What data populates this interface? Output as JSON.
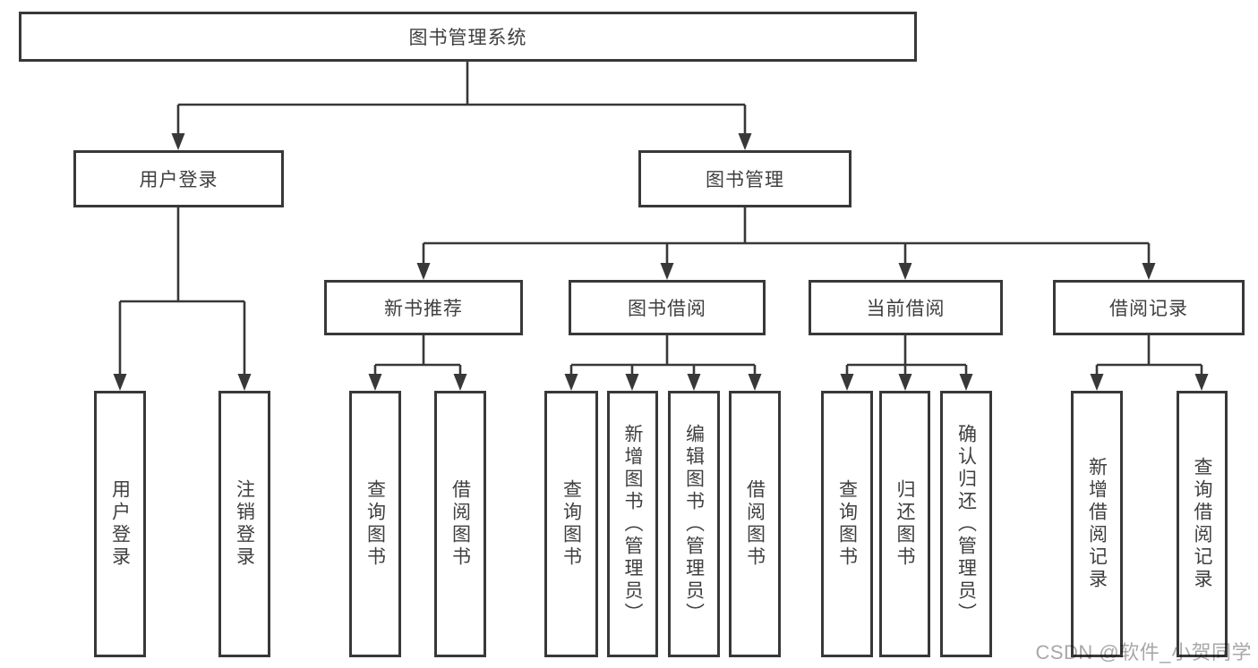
{
  "diagram": {
    "title": "图书管理系统",
    "colors": {
      "line": "#383838",
      "text": "#3f3f3f",
      "background": "#ffffff",
      "watermark": "#a8a8a8"
    }
  },
  "tree": {
    "root_label": "图书管理系统",
    "branches": [
      {
        "label": "用户登录",
        "leaves": [
          "用户登录",
          "注销登录"
        ]
      },
      {
        "label": "图书管理",
        "groups": [
          {
            "label": "新书推荐",
            "leaves": [
              "查询图书",
              "借阅图书"
            ]
          },
          {
            "label": "图书借阅",
            "leaves": [
              "查询图书",
              "新增图书（管理员）",
              "编辑图书（管理员）",
              "借阅图书"
            ]
          },
          {
            "label": "当前借阅",
            "leaves": [
              "查询图书",
              "归还图书",
              "确认归还（管理员）"
            ]
          },
          {
            "label": "借阅记录",
            "leaves": [
              "新增借阅记录",
              "查询借阅记录"
            ]
          }
        ]
      }
    ]
  },
  "watermark": {
    "text": "CSDN @软件_小贺同学"
  }
}
